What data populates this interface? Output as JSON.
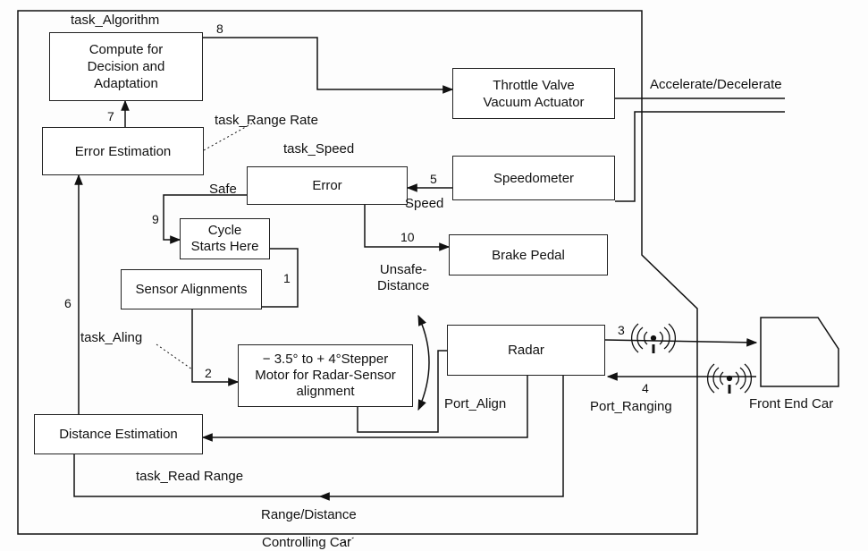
{
  "blocks": {
    "compute": "Compute for\nDecision and\nAdaptation",
    "error_estimation": "Error Estimation",
    "error": "Error",
    "cycle": "Cycle\nStarts Here",
    "sensor_alignments": "Sensor Alignments",
    "stepper_motor": "− 3.5° to + 4°Stepper\nMotor for Radar-Sensor\nalignment",
    "distance_estimation": "Distance Estimation",
    "radar": "Radar",
    "throttle": "Throttle Valve\nVacuum Actuator",
    "speedometer": "Speedometer",
    "brake": "Brake Pedal",
    "front_end_car": "Front End Car"
  },
  "labels": {
    "task_algorithm": "task_Algorithm",
    "task_range_rate": "task_Range Rate",
    "task_speed": "task_Speed",
    "task_aling": "task_Aling",
    "task_read_range": "task_Read Range",
    "safe": "Safe",
    "speed": "Speed",
    "unsafe_distance": "Unsafe-\nDistance",
    "port_align": "Port_Align",
    "port_ranging": "Port_Ranging",
    "accelerate_decelerate": "Accelerate/Decelerate",
    "range_distance": "Range/Distance",
    "controlling_car": "Controlling Car"
  },
  "numbers": {
    "n1": "1",
    "n2": "2",
    "n3": "3",
    "n4": "4",
    "n5": "5",
    "n6": "6",
    "n7": "7",
    "n8": "8",
    "n9": "9",
    "n10": "10"
  },
  "icons": {
    "signal_out": "antenna-signal-icon",
    "signal_in": "antenna-signal-icon"
  }
}
